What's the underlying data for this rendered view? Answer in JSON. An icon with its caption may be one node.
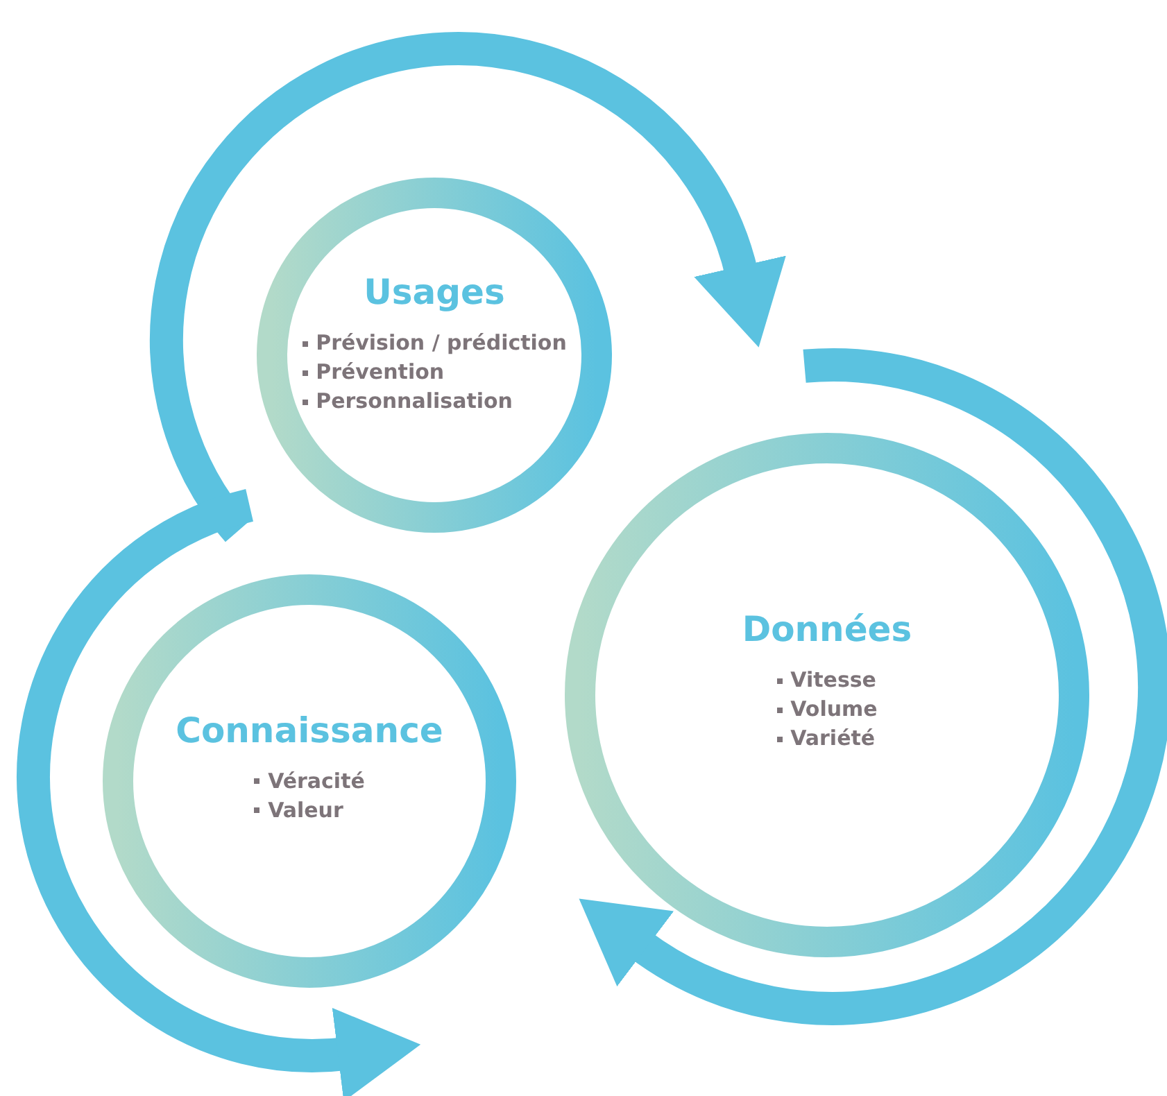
{
  "diagram": {
    "nodes": [
      {
        "text": [
          "Usages",
          "Prévision / prédiction",
          "Prévention",
          "Personnalisation"
        ]
      },
      {
        "text": [
          "Données",
          "Vitesse",
          "Volume",
          "Variété"
        ]
      },
      {
        "text": [
          "Connaissance",
          "Véracité",
          "Valeur"
        ]
      }
    ]
  }
}
